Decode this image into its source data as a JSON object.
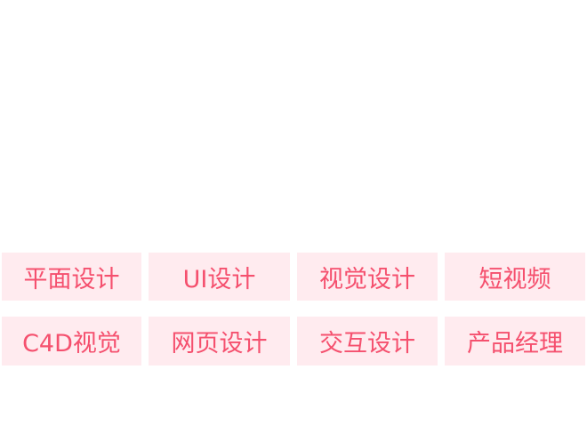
{
  "colors": {
    "tag_background": "#ffebef",
    "tag_text": "#f5506e",
    "page_background": "#ffffff"
  },
  "tags": [
    {
      "label": "平面设计"
    },
    {
      "label": "UI设计"
    },
    {
      "label": "视觉设计"
    },
    {
      "label": "短视频"
    },
    {
      "label": "C4D视觉"
    },
    {
      "label": "网页设计"
    },
    {
      "label": "交互设计"
    },
    {
      "label": "产品经理"
    }
  ]
}
